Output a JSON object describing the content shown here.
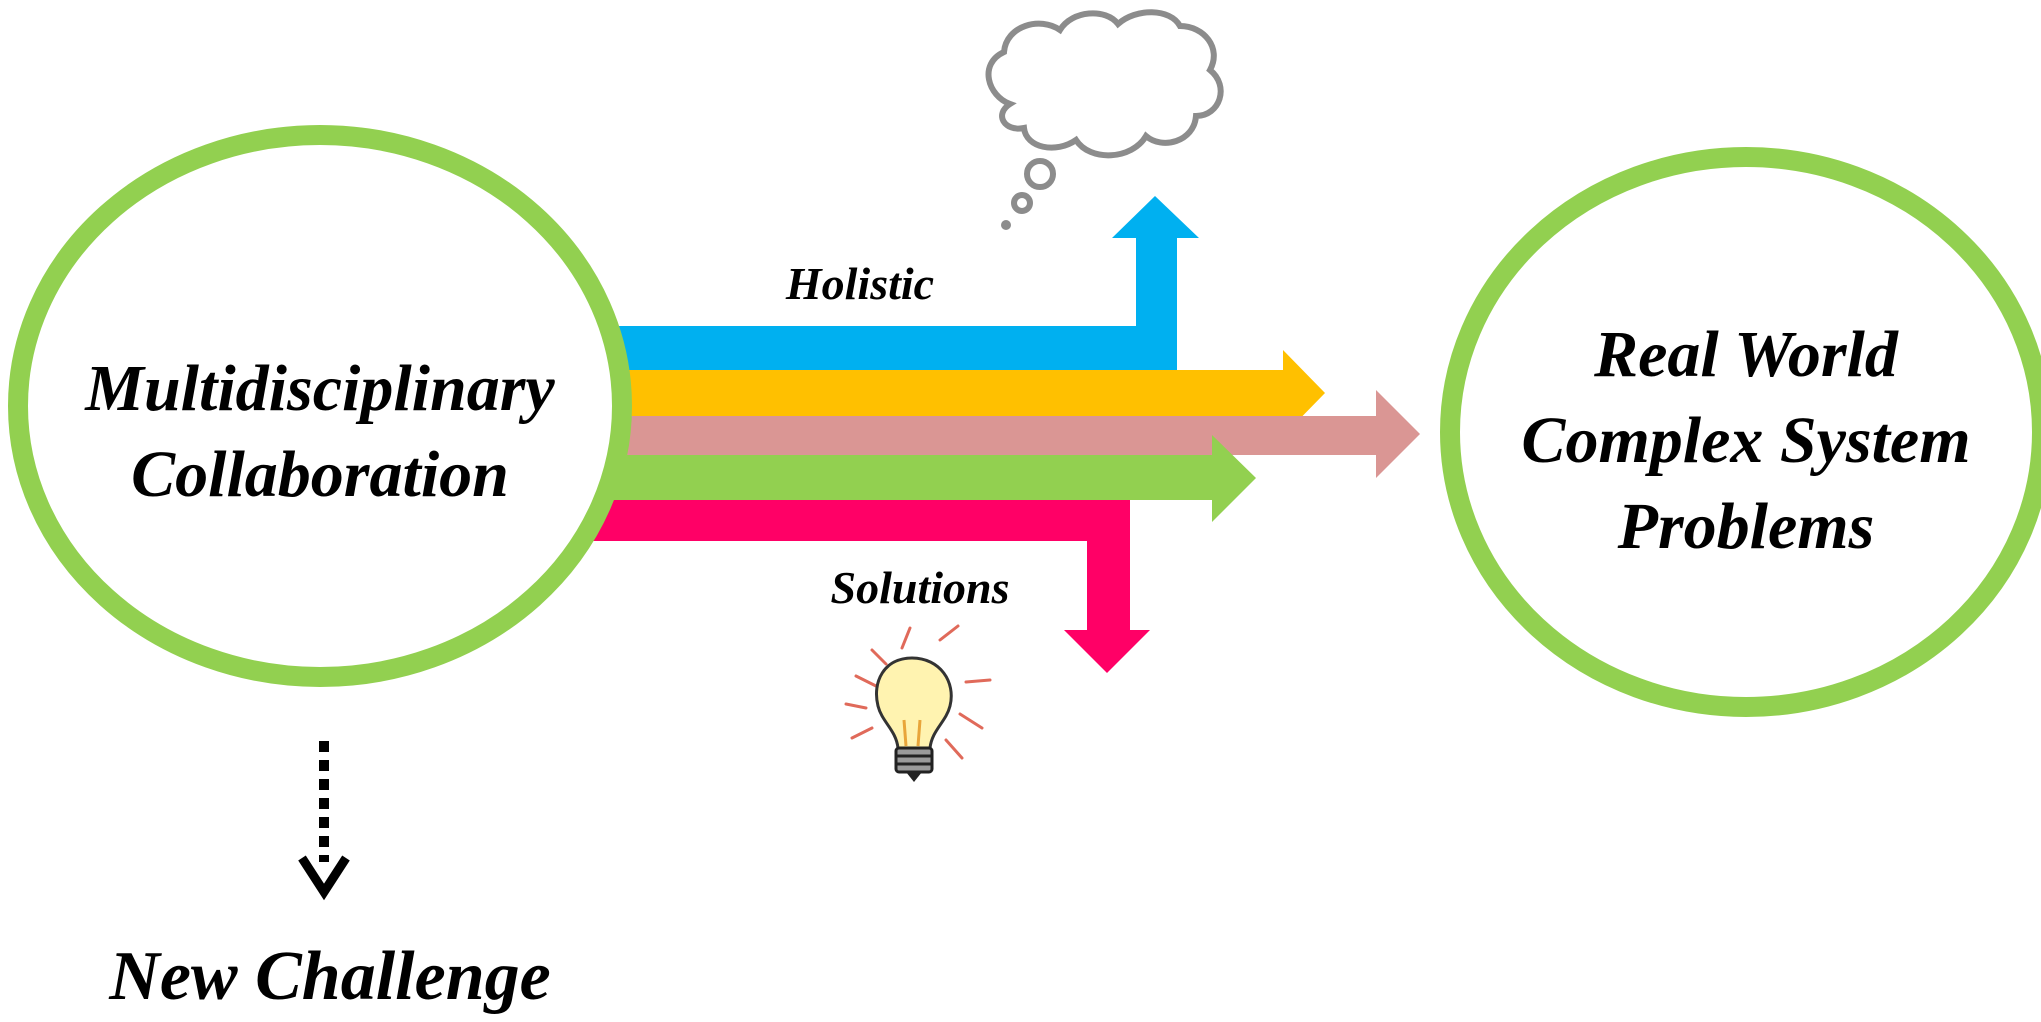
{
  "diagram": {
    "left_circle_line1": "Multidisciplinary",
    "left_circle_line2": "Collaboration",
    "right_circle_line1": "Real World",
    "right_circle_line2": "Complex System",
    "right_circle_line3": "Problems",
    "label_top": "Holistic",
    "label_bottom": "Solutions",
    "bottom_label": "New Challenge",
    "colors": {
      "circle_outline": "#92d050",
      "arrow_blue": "#00b0f0",
      "arrow_yellow": "#ffc000",
      "arrow_pink": "#da9694",
      "arrow_green": "#92d050",
      "arrow_magenta": "#ff0066",
      "cloud_outline": "#8c8c8c",
      "text": "#000000"
    },
    "icons": [
      "thought-cloud-icon",
      "light-bulb-icon",
      "dotted-arrow-icon"
    ]
  }
}
